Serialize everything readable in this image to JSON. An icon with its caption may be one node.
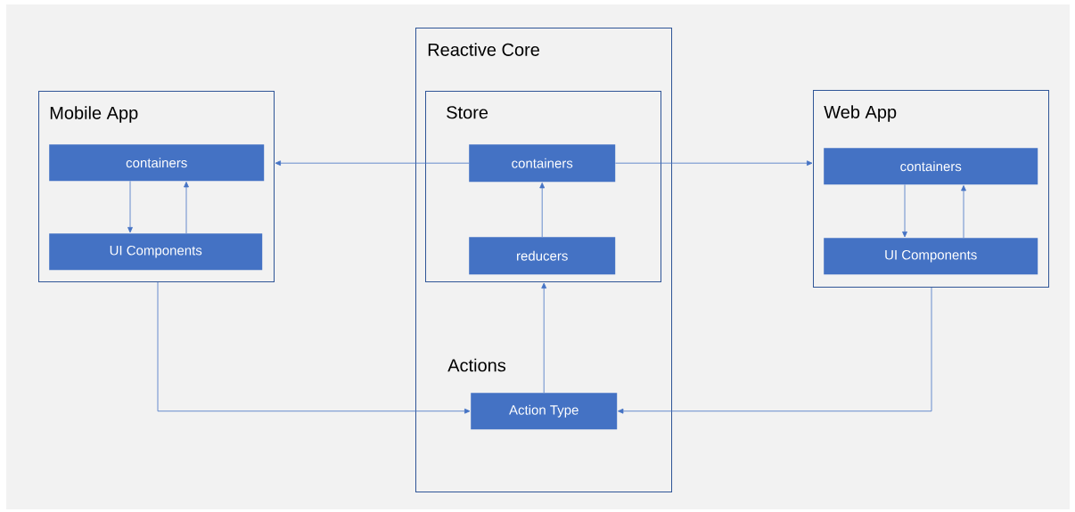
{
  "diagram": {
    "nodes": [
      {
        "text": [
          "Mobile App"
        ]
      },
      {
        "text": [
          "containers"
        ],
        "in": 0
      },
      {
        "text": [
          "UI Components"
        ],
        "in": 0
      },
      {
        "text": [
          "Reactive Core"
        ]
      },
      {
        "text": [
          "Store"
        ],
        "in": 3
      },
      {
        "text": [
          "containers"
        ],
        "in": 4
      },
      {
        "text": [
          "reducers"
        ],
        "in": 4
      },
      {
        "text": [
          "Action Type"
        ],
        "in": 3
      },
      {
        "text": [
          "Web App"
        ]
      },
      {
        "text": [
          "containers"
        ],
        "in": 8
      },
      {
        "text": [
          "UI Components"
        ],
        "in": 8
      }
    ],
    "edges": [
      {
        "from": 1,
        "to": 2,
        "arrow": "to"
      },
      {
        "from": 2,
        "to": 1,
        "arrow": "to"
      },
      {
        "from": 5,
        "to": 0,
        "arrow": "to"
      },
      {
        "from": 5,
        "to": 8,
        "arrow": "to"
      },
      {
        "from": 6,
        "to": 5,
        "arrow": "to"
      },
      {
        "from": 7,
        "to": 4,
        "arrow": "to"
      },
      {
        "from": 0,
        "to": 7,
        "arrow": "to"
      },
      {
        "from": 8,
        "to": 7,
        "arrow": "to"
      },
      {
        "from": 9,
        "to": 10,
        "arrow": "to"
      },
      {
        "from": 10,
        "to": 9,
        "arrow": "to"
      }
    ],
    "labels": [
      "Actions"
    ]
  }
}
